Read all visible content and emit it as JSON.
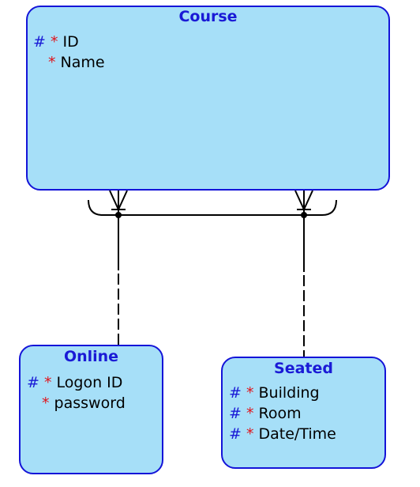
{
  "colors": {
    "entity_fill": "#a6dff8",
    "entity_border": "#1414d8",
    "title": "#1a1ad6",
    "mandatory": "#e0141c",
    "identifier": "#1a1ad6"
  },
  "entities": {
    "course": {
      "title": "Course",
      "attributes": [
        {
          "id_mark": "#",
          "required_mark": "*",
          "name": "ID"
        },
        {
          "id_mark": "",
          "required_mark": "*",
          "name": "Name"
        }
      ]
    },
    "online": {
      "title": "Online",
      "attributes": [
        {
          "id_mark": "#",
          "required_mark": "*",
          "name": "Logon ID"
        },
        {
          "id_mark": "",
          "required_mark": "*",
          "name": "password"
        }
      ]
    },
    "seated": {
      "title": "Seated",
      "attributes": [
        {
          "id_mark": "#",
          "required_mark": "*",
          "name": "Building"
        },
        {
          "id_mark": "#",
          "required_mark": "*",
          "name": "Room"
        },
        {
          "id_mark": "#",
          "required_mark": "*",
          "name": "Date/Time"
        }
      ]
    }
  }
}
